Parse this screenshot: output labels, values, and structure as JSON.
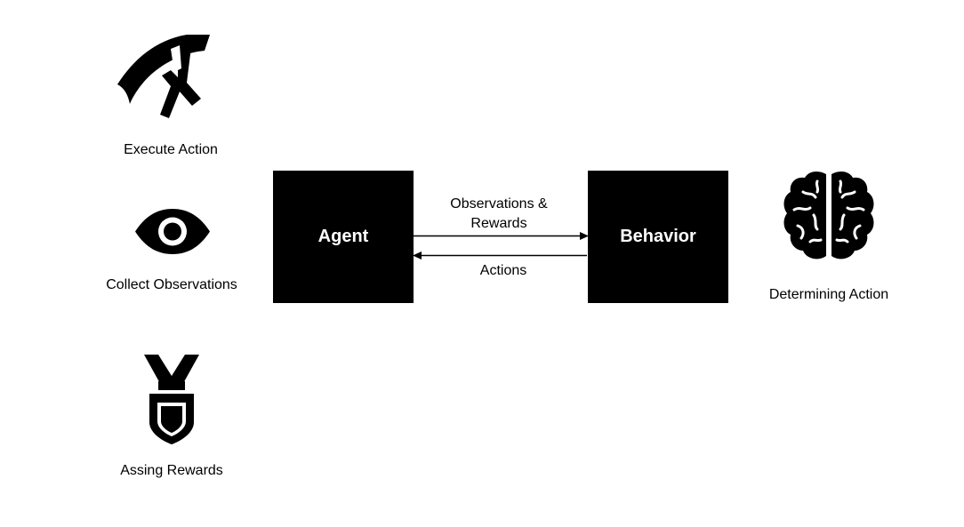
{
  "left_items": [
    {
      "label": "Execute Action",
      "icon": "scythe-icon"
    },
    {
      "label": "Collect Observations",
      "icon": "eye-icon"
    },
    {
      "label": "Assing Rewards",
      "icon": "medal-icon"
    }
  ],
  "agent_box": {
    "label": "Agent"
  },
  "behavior_box": {
    "label": "Behavior"
  },
  "forward_arrow": {
    "label_line1": "Observations &",
    "label_line2": "Rewards"
  },
  "backward_arrow": {
    "label": "Actions"
  },
  "right_item": {
    "label": "Determining Action",
    "icon": "brain-icon"
  },
  "colors": {
    "box": "#000000",
    "box_text": "#ffffff",
    "text": "#000000",
    "background": "#ffffff"
  }
}
